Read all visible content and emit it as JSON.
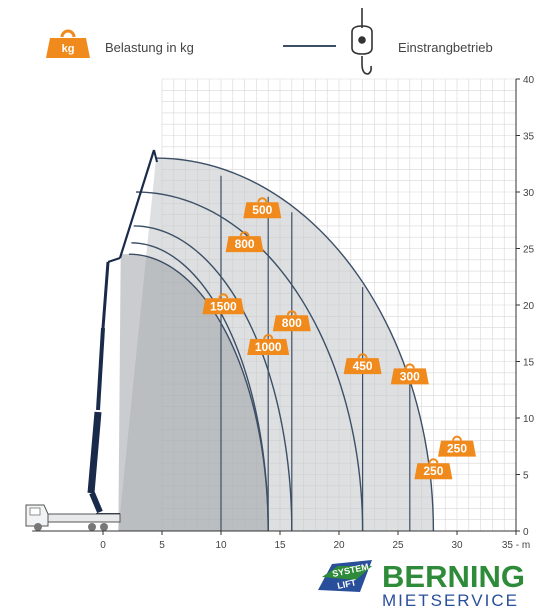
{
  "legend": {
    "load_badge": "kg",
    "load_label": "Belastung in kg",
    "line_label": "Einstrangbetrieb"
  },
  "logo": {
    "badge_top": "SYSTEM",
    "badge_bottom": "LIFT",
    "name": "BERNING",
    "subtitle": "MIETSERVICE"
  },
  "colors": {
    "accent": "#f08a1c",
    "curve": "#3d4f66",
    "boom": "#1a2a4a",
    "grid": "#d7d7d7",
    "fill": "#c7c9cc",
    "brand_green": "#2e8b3a",
    "brand_blue": "#2a4f9a"
  },
  "chart_data": {
    "type": "area",
    "x_unit": "m",
    "xlim": [
      -6,
      35
    ],
    "ylim": [
      0,
      40
    ],
    "x_ticks": [
      0,
      5,
      10,
      15,
      20,
      25,
      30,
      35
    ],
    "y_ticks": [
      0,
      5,
      10,
      15,
      20,
      25,
      30,
      35,
      40
    ],
    "grid": true,
    "envelopes": [
      {
        "load": 1500,
        "max_height": 24.5,
        "max_reach": 14
      },
      {
        "load": 1000,
        "max_height": 25.5,
        "max_reach": 14
      },
      {
        "load": 800,
        "max_height": 27,
        "max_reach": 16
      },
      {
        "load": 500,
        "max_height": 30,
        "max_reach": 22
      },
      {
        "load": 300,
        "max_height": 33,
        "max_reach": 28
      }
    ],
    "reach_lines": [
      10,
      14,
      16,
      22,
      26,
      28
    ],
    "load_labels": [
      {
        "value": "500",
        "x": 13.5,
        "y": 28.3
      },
      {
        "value": "800",
        "x": 12,
        "y": 25.3
      },
      {
        "value": "1500",
        "x": 10.2,
        "y": 19.8
      },
      {
        "value": "800",
        "x": 16,
        "y": 18.3
      },
      {
        "value": "1000",
        "x": 14,
        "y": 16.2
      },
      {
        "value": "450",
        "x": 22,
        "y": 14.5
      },
      {
        "value": "300",
        "x": 26,
        "y": 13.6
      },
      {
        "value": "250",
        "x": 30,
        "y": 7.2
      },
      {
        "value": "250",
        "x": 28,
        "y": 5.2
      }
    ]
  }
}
